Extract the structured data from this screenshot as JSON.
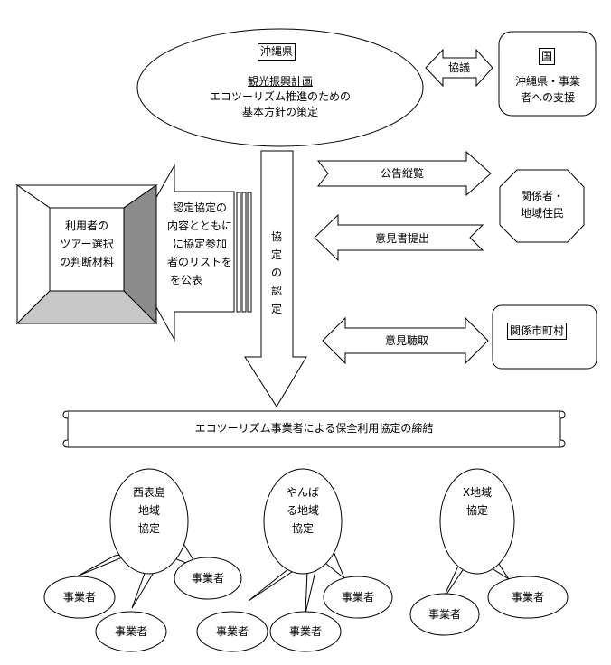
{
  "prefecture": {
    "name": "沖縄県",
    "plan_title": "観光振興計画",
    "plan_line1": "エコツーリズム推進のための",
    "plan_line2": "基本方針の策定"
  },
  "kyogi_label": "協議",
  "kuni": {
    "name": "国",
    "support_line1": "沖縄県・事業",
    "support_line2": "者への支援"
  },
  "koukoku_label": "公告縦覧",
  "kankeisha": {
    "line1": "関係者・",
    "line2": "地域住民"
  },
  "ikensho_label": "意見書提出",
  "shichoson": "関係市町村",
  "ikenchoshu_label": "意見聴取",
  "nintei_label": "協定の認定",
  "kohyo": {
    "line1": "認定協定の",
    "line2": "内容とともに",
    "line3": "に協定参加",
    "line4": "者のリストを",
    "line5": "を公表"
  },
  "user_material": {
    "line1": "利用者の",
    "line2": "ツアー選択",
    "line3": "の判断材料"
  },
  "scroll_label": "エコツーリズム事業者による保全利用協定の締結",
  "regions": [
    {
      "line1": "西表島",
      "line2": "地域",
      "line3": "協定"
    },
    {
      "line1": "やんば",
      "line2": "る地域",
      "line3": "協定"
    },
    {
      "line1": "X地域",
      "line2": "協定",
      "line3": ""
    }
  ],
  "operator_label": "事業者"
}
